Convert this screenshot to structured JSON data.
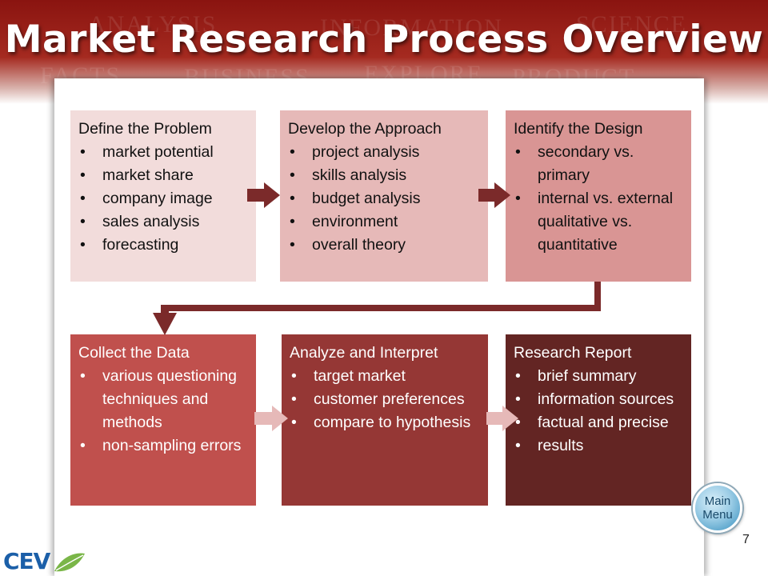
{
  "slide": {
    "title": "Market Research Process Overview",
    "page_number": "7",
    "main_menu": {
      "line1": "Main",
      "line2": "Menu"
    },
    "logo_text": "CEV",
    "banner_words": [
      "ANALYSIS",
      "INFORMATION",
      "SCIENCE",
      "FACTS",
      "BUSINESS",
      "EXPLORE",
      "PRODUCT"
    ]
  },
  "steps": [
    {
      "title": "Define the Problem",
      "bullets": [
        "market potential",
        "market share",
        "company image",
        "sales analysis",
        "forecasting"
      ]
    },
    {
      "title": "Develop the Approach",
      "bullets": [
        "project analysis",
        "skills analysis",
        "budget analysis",
        "environment",
        "overall theory"
      ]
    },
    {
      "title": "Identify the Design",
      "bullets": [
        "secondary vs. primary",
        "internal vs. external qualitative vs. quantitative"
      ]
    },
    {
      "title": "Collect the Data",
      "bullets": [
        "various questioning techniques and methods",
        "non-sampling errors"
      ]
    },
    {
      "title": "Analyze and Interpret",
      "bullets": [
        "target market",
        "customer preferences",
        "compare to hypothesis"
      ]
    },
    {
      "title": "Research Report",
      "bullets": [
        "brief summary",
        "information sources",
        "factual and precise",
        "results"
      ]
    }
  ],
  "colors": {
    "banner": "#a52a20",
    "step1": "#f2dcdb",
    "step2": "#e6b9b8",
    "step3": "#d99594",
    "step4": "#c0504d",
    "step5": "#953735",
    "step6": "#632523",
    "arrow_dark": "#7b2a2a",
    "arrow_light": "#e6b9b8",
    "logo": "#1b5fa8"
  }
}
